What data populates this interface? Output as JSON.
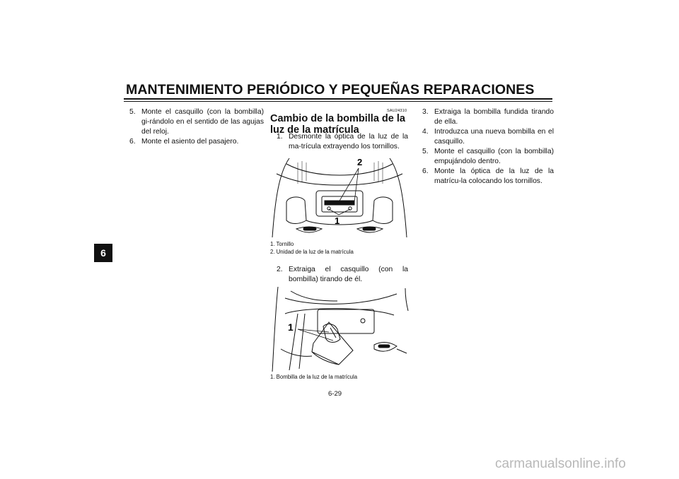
{
  "header": {
    "title": "MANTENIMIENTO PERIÓDICO Y PEQUEÑAS REPARACIONES"
  },
  "chapter_tab": "6",
  "left_column": {
    "steps": [
      {
        "num": "5.",
        "text": "Monte el casquillo (con la bombilla) gi-rándolo en el sentido de las agujas del reloj."
      },
      {
        "num": "6.",
        "text": "Monte el asiento del pasajero."
      }
    ]
  },
  "middle_column": {
    "code": "SAU24310",
    "section_title": "Cambio de la bombilla de la luz de la matrícula",
    "step1": {
      "num": "1.",
      "text": "Desmonte la óptica de la luz de la ma-trícula extrayendo los tornillos."
    },
    "figure1": {
      "callouts": [
        "2",
        "1"
      ],
      "captions": [
        "1.  Tornillo",
        "2.  Unidad de la luz de la matrícula"
      ]
    },
    "step2": {
      "num": "2.",
      "text": "Extraiga el casquillo (con la bombilla) tirando de él."
    },
    "figure2": {
      "callouts": [
        "1"
      ],
      "captions": [
        "1.  Bombilla de la luz de la matrícula"
      ]
    }
  },
  "right_column": {
    "steps": [
      {
        "num": "3.",
        "text": "Extraiga la bombilla fundida tirando de ella."
      },
      {
        "num": "4.",
        "text": "Introduzca una nueva bombilla en el casquillo."
      },
      {
        "num": "5.",
        "text": "Monte el casquillo (con la bombilla) empujándolo dentro."
      },
      {
        "num": "6.",
        "text": "Monte la óptica de la luz de la matrícu-la colocando los tornillos."
      }
    ]
  },
  "page_number": "6-29",
  "watermark": "carmanualsonline.info"
}
